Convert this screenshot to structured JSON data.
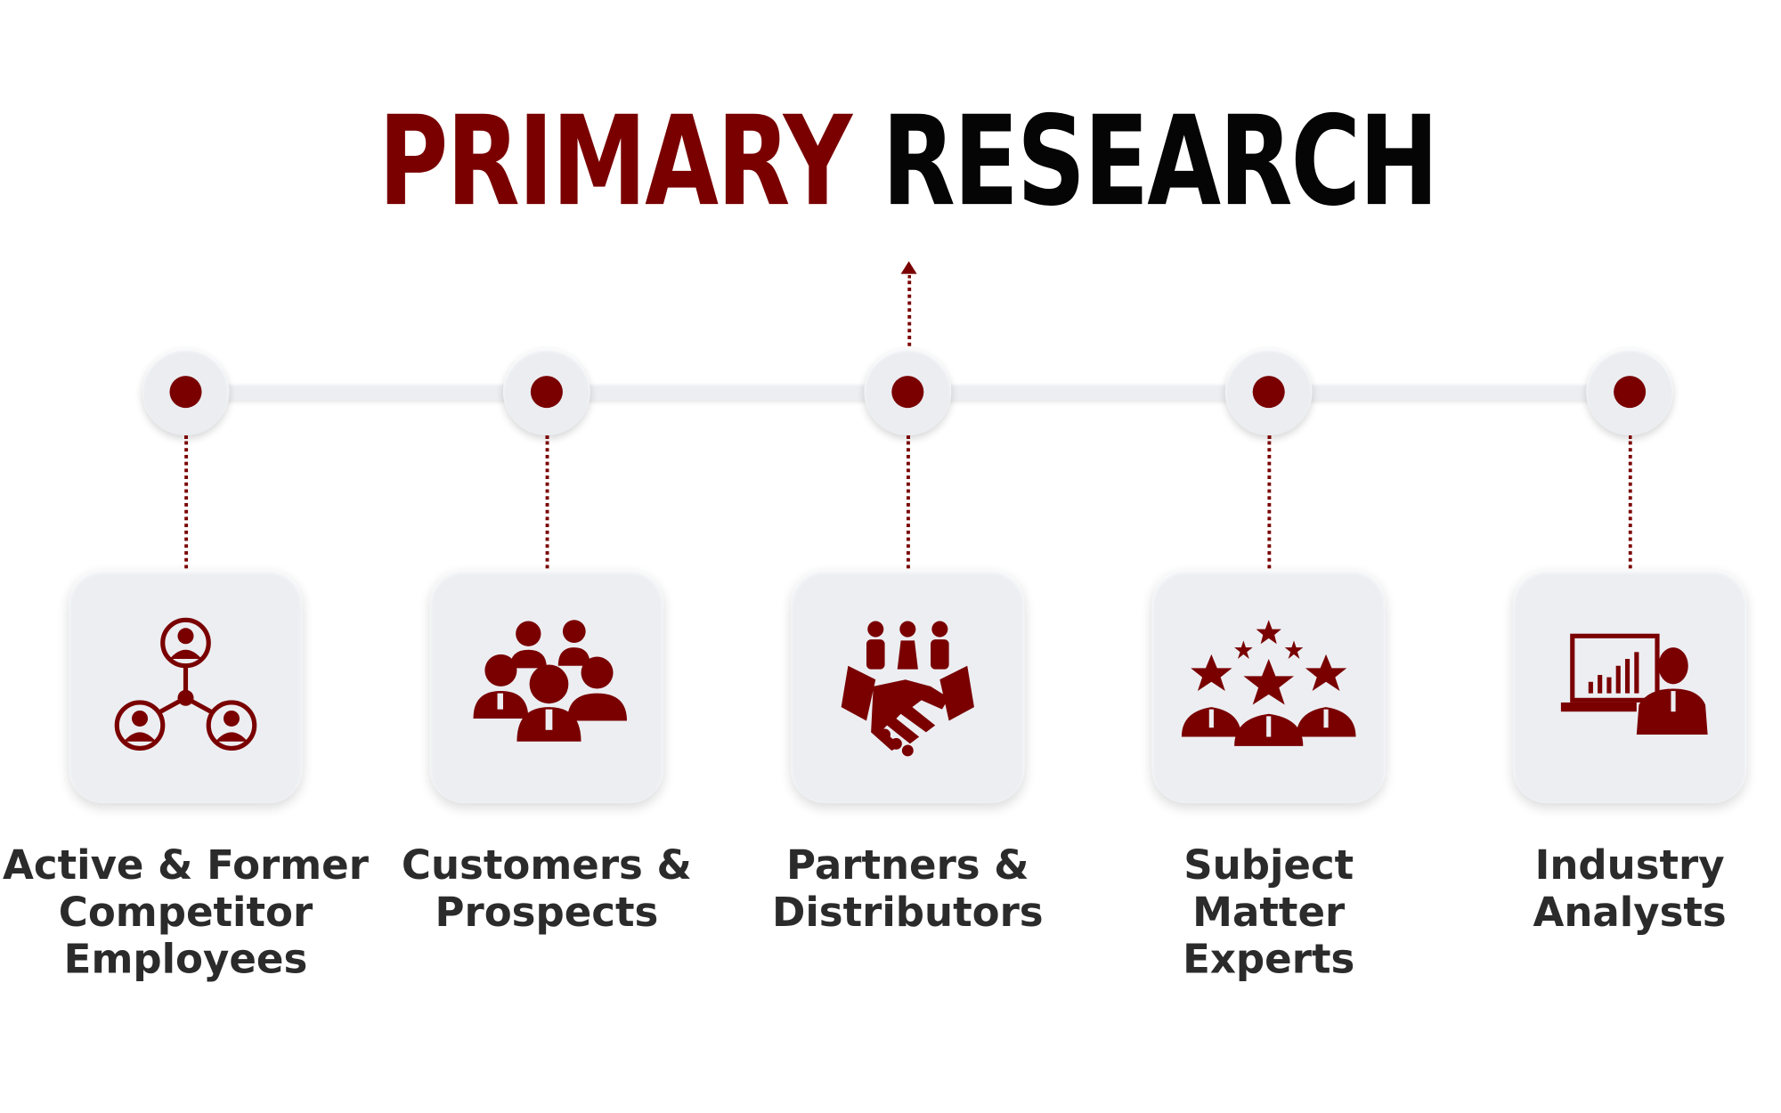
{
  "title": {
    "word1": "PRIMARY",
    "word2": "RESEARCH"
  },
  "colors": {
    "accent": "#7a0000",
    "title_dark": "#050505",
    "card_bg": "#eceef2",
    "label_text": "#2b2b2b"
  },
  "sources": [
    {
      "icon": "network-people-icon",
      "lines": [
        "Active & Former",
        "Competitor",
        "Employees"
      ]
    },
    {
      "icon": "group-people-icon",
      "lines": [
        "Customers &",
        "Prospects"
      ]
    },
    {
      "icon": "handshake-icon",
      "lines": [
        "Partners &",
        "Distributors"
      ]
    },
    {
      "icon": "star-experts-icon",
      "lines": [
        "Subject",
        "Matter",
        "Experts"
      ]
    },
    {
      "icon": "analyst-presentation-icon",
      "lines": [
        "Industry",
        "Analysts"
      ]
    }
  ]
}
